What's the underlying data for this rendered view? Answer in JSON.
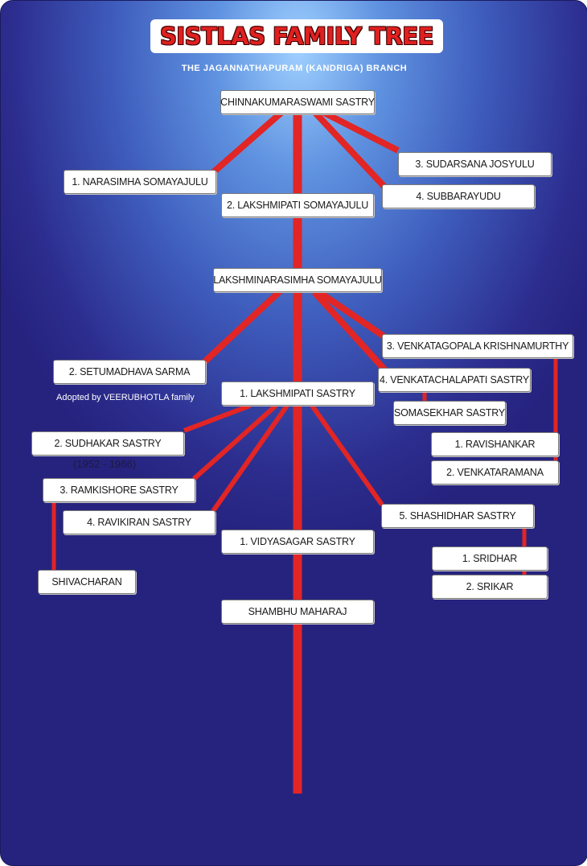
{
  "header": {
    "title": "SISTLAS FAMILY TREE",
    "subtitle": "THE JAGANNATHAPURAM (KANDRIGA) BRANCH"
  },
  "colors": {
    "line": "#e22525",
    "background_top": "#9fd0ff",
    "background_bottom": "#26237f",
    "box": "#ffffff"
  },
  "people": {
    "chinnakumaraswami": "CHINNAKUMARASWAMI SASTRY",
    "narasimha": "1. NARASIMHA SOMAYAJULU",
    "lakshmipati_somayajulu": "2. LAKSHMIPATI SOMAYAJULU",
    "sudarsana": "3. SUDARSANA JOSYULU",
    "subbarayudu": "4. SUBBARAYUDU",
    "lakshminarasimha": "LAKSHMINARASIMHA SOMAYAJULU",
    "setumadhava": "2. SETUMADHAVA SARMA",
    "venkatagopala": "3. VENKATAGOPALA KRISHNAMURTHY",
    "venkatachalapati": "4. VENKATACHALAPATI SASTRY",
    "lakshmipati_sastry": "1. LAKSHMIPATI SASTRY",
    "somasekhar": "SOMASEKHAR SASTRY",
    "sudhakar": "2. SUDHAKAR SASTRY",
    "ravishankar": "1. RAVISHANKAR",
    "venkataramana": "2. VENKATARAMANA",
    "ramkishore": "3. RAMKISHORE SASTRY",
    "ravikiran": "4. RAVIKIRAN SASTRY",
    "shashidhar": "5. SHASHIDHAR SASTRY",
    "vidyasagar": "1. VIDYASAGAR SASTRY",
    "sridhar": "1. SRIDHAR",
    "shivacharan": "SHIVACHARAN",
    "srikar": "2. SRIKAR",
    "shambhu": "SHAMBHU MAHARAJ"
  },
  "notes": {
    "adopted": "Adopted by VEERUBHOTLA family",
    "sudhakar_years": "(1952 - 1986)"
  }
}
